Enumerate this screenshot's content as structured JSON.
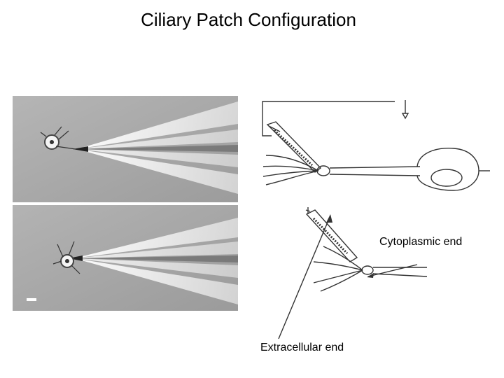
{
  "slide": {
    "title": "Ciliary Patch Configuration",
    "labels": {
      "cytoplasmic": "Cytoplasmic end",
      "extracellular": "Extracellular end"
    },
    "photos": [
      {
        "name": "micrograph-top"
      },
      {
        "name": "micrograph-bottom"
      }
    ]
  },
  "colors": {
    "background": "#ffffff",
    "text": "#000000",
    "photo_background": "#a9a9a9",
    "line": "#333333"
  }
}
